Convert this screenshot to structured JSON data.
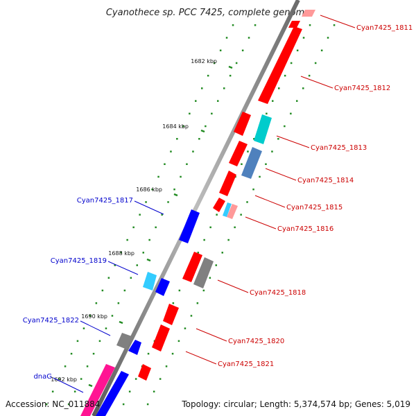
{
  "title": "Cyanothece sp. PCC 7425, complete genome",
  "footer": {
    "accession": "Accession: NC_011884",
    "summary": "Topology: circular; Length: 5,374,574 bp; Genes: 5,019"
  },
  "ticks": [
    "1682 kbp",
    "1684 kbp",
    "1686 kbp",
    "1688 kbp",
    "1690 kbp",
    "1692 kbp"
  ],
  "genes": [
    {
      "label": "Cyan7425_1811",
      "strand": "forward",
      "color": "#ff0000"
    },
    {
      "label": "Cyan7425_1812",
      "strand": "forward",
      "color": "#ff0000"
    },
    {
      "label": "Cyan7425_1813",
      "strand": "forward",
      "color": "#00cccc"
    },
    {
      "label": "Cyan7425_1814",
      "strand": "forward",
      "color": "#4f81bd"
    },
    {
      "label": "Cyan7425_1815",
      "strand": "forward",
      "color": "#ff0000"
    },
    {
      "label": "Cyan7425_1816",
      "strand": "forward",
      "color": "#ff8080"
    },
    {
      "label": "Cyan7425_1817",
      "strand": "reverse",
      "color": "#0000ff"
    },
    {
      "label": "Cyan7425_1818",
      "strand": "forward",
      "color": "#808080"
    },
    {
      "label": "Cyan7425_1819",
      "strand": "reverse",
      "color": "#33ccff"
    },
    {
      "label": "Cyan7425_1820",
      "strand": "forward",
      "color": "#ff0000"
    },
    {
      "label": "Cyan7425_1821",
      "strand": "forward",
      "color": "#ff0000"
    },
    {
      "label": "Cyan7425_1822",
      "strand": "reverse",
      "color": "#808080"
    },
    {
      "label": "dnaG",
      "strand": "reverse",
      "color": "#0000ff"
    }
  ],
  "colors": {
    "forward_label": "#cc0000",
    "reverse_label": "#0000cc",
    "backbone": "#808080",
    "tick": "#228b22"
  }
}
